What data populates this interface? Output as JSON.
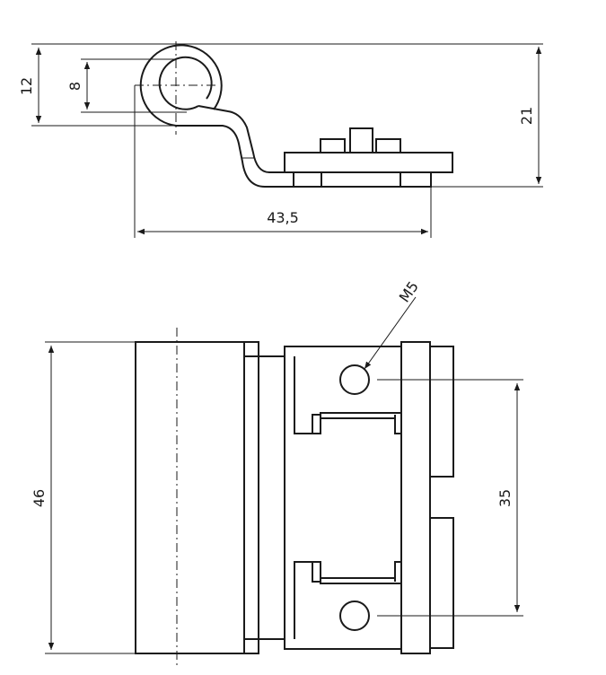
{
  "drawing": {
    "dims": {
      "top_pitch_outer": "12",
      "top_pitch_inner": "8",
      "top_height": "21",
      "top_length": "43,5",
      "bottom_height": "46",
      "bottom_hole_spacing": "35",
      "thread": "M5"
    }
  }
}
